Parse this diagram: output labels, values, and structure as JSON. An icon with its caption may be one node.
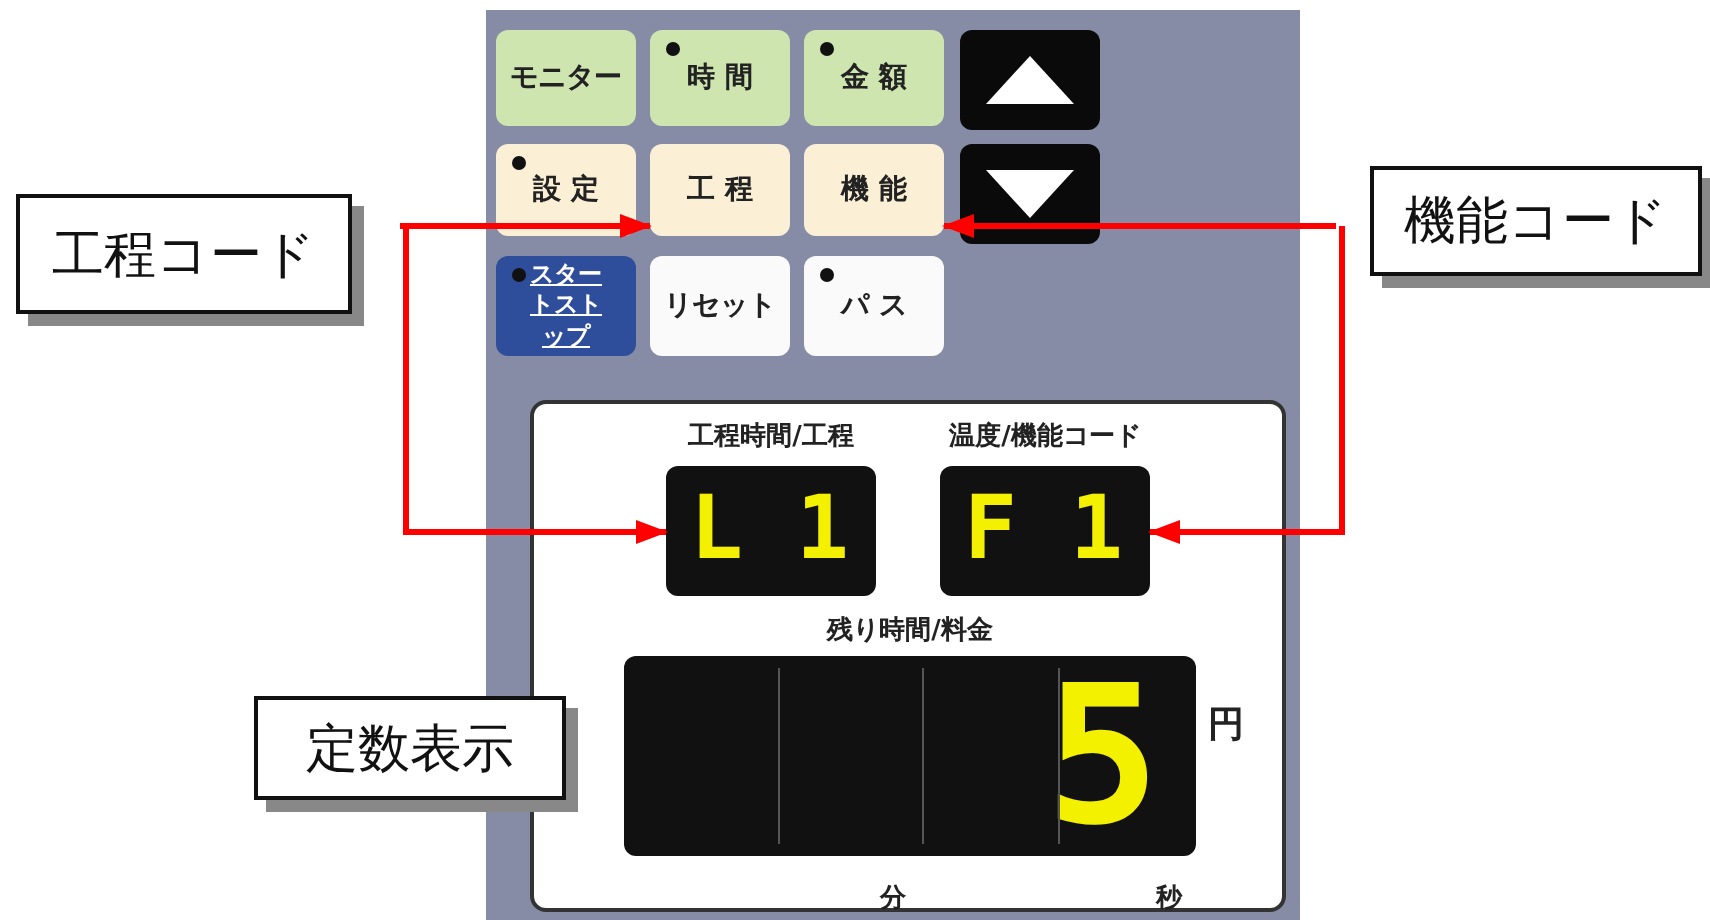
{
  "diagram": {
    "nodes": [
      {
        "text": [
          "モニター"
        ]
      },
      {
        "text": [
          "時 間"
        ]
      },
      {
        "text": [
          "金 額"
        ]
      },
      {
        "text": [],
        "shape": "box"
      },
      {
        "text": [
          "設 定"
        ]
      },
      {
        "text": [
          "工 程"
        ]
      },
      {
        "text": [
          "機 能"
        ]
      },
      {
        "text": [],
        "shape": "box"
      },
      {
        "text": [
          "スタートストップ"
        ]
      },
      {
        "text": [
          "リセット"
        ]
      },
      {
        "text": [
          "パ ス"
        ]
      },
      {
        "text": [
          "工程時間/工程",
          "L 1"
        ]
      },
      {
        "text": [
          "温度/機能コード",
          "F 1"
        ]
      },
      {
        "text": [
          "残り時間/料金",
          "5"
        ],
        "beside": [
          "円",
          "分",
          "秒"
        ]
      },
      {
        "text": [
          "工程コード"
        ]
      },
      {
        "text": [
          "機能コード"
        ]
      },
      {
        "text": [
          "定数表示"
        ]
      }
    ],
    "edges": [
      {
        "from": null,
        "to": 5,
        "arrow": "to"
      },
      {
        "from": null,
        "to": 11,
        "arrow": "to"
      },
      {
        "from": null,
        "to": 6,
        "arrow": "to"
      },
      {
        "from": null,
        "to": 12,
        "arrow": "to"
      }
    ]
  }
}
